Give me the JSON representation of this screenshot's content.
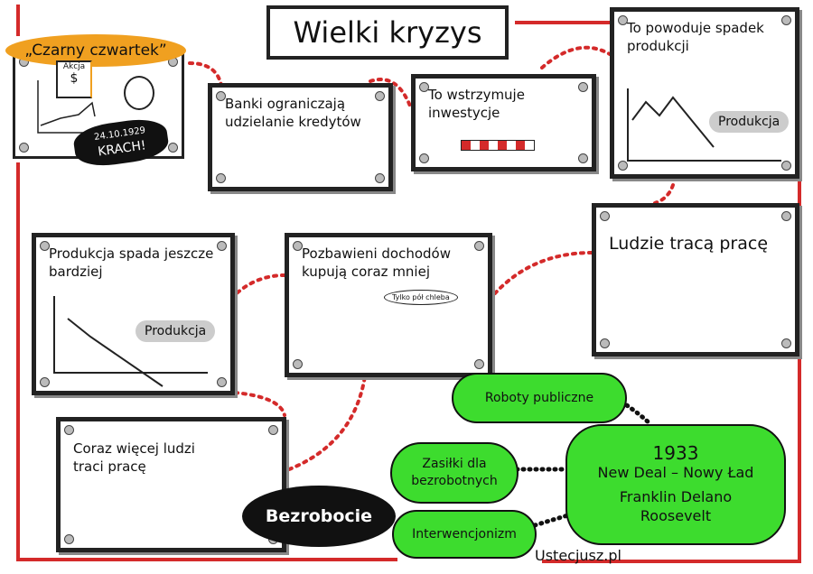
{
  "title": "Wielki kryzys",
  "black_thursday": {
    "label": "„Czarny czwartek”",
    "stock_label": "Akcja",
    "dollar": "$",
    "date": "24.10.1929",
    "crash": "KRACH!"
  },
  "panels": [
    {
      "text": "Banki ograniczają udzielanie kredytów"
    },
    {
      "text": "To wstrzymuje inwestycje"
    },
    {
      "text": "To powoduje spadek produkcji",
      "badge": "Produkcja"
    },
    {
      "text": "Ludzie tracą pracę"
    },
    {
      "text": "Pozbawieni dochodów kupują coraz mniej",
      "speech": "Tylko pół chleba"
    },
    {
      "text": "Produkcja spada jeszcze bardziej",
      "badge": "Produkcja"
    },
    {
      "text": "Coraz więcej ludzi traci pracę"
    }
  ],
  "unemployment": "Bezrobocie",
  "new_deal": {
    "year": "1933",
    "name": "New Deal – Nowy Ład",
    "person": "Franklin Delano Roosevelt"
  },
  "measures": [
    "Roboty publiczne",
    "Zasiłki dla bezrobotnych",
    "Interwencjonizm"
  ],
  "credit": "Ustecjusz.pl",
  "colors": {
    "frame": "#d42a2a",
    "cloud": "#3ddc2e",
    "accent": "#f0a020"
  }
}
